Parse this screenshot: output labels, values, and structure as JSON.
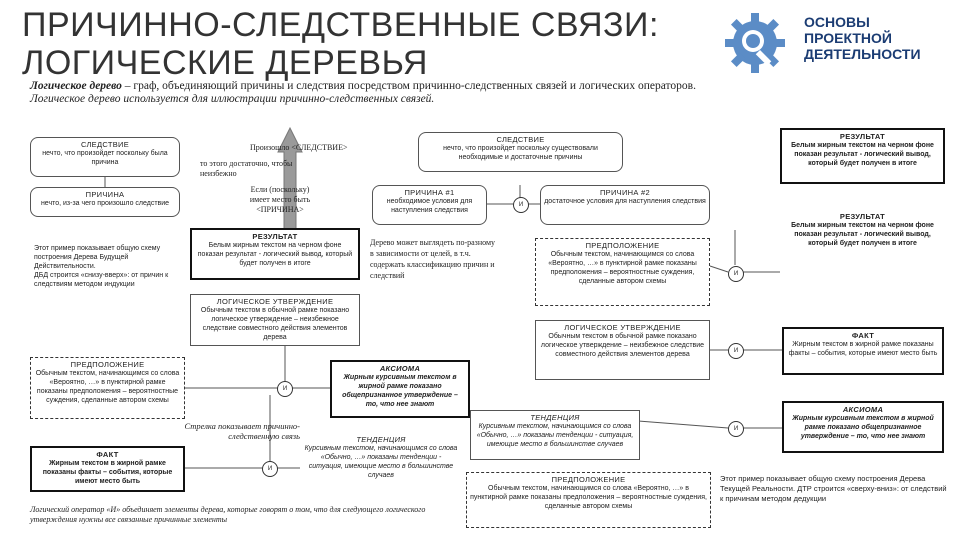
{
  "title": {
    "line1": "ПРИЧИННО-СЛЕДСТВЕННЫЕ СВЯЗИ:",
    "line2": "ЛОГИЧЕСКИЕ ДЕРЕВЬЯ"
  },
  "brand": {
    "line1": "ОСНОВЫ",
    "line2": "ПРОЕКТНОЙ",
    "line3": "ДЕЯТЕЛЬНОСТИ",
    "icon_color": "#5b8cc6"
  },
  "intro": {
    "term": "Логическое дерево",
    "definition": " – граф, объединяющий причины и следствия посредством причинно-следственных связей и логических операторов.",
    "line2": "Логическое дерево используется для иллюстрации причинно-следственных связей."
  },
  "legend_left": {
    "effect_title": "СЛЕДСТВИЕ",
    "effect_text": "нечто, что произойдет поскольку была причина",
    "cause_title": "ПРИЧИНА",
    "cause_text": "нечто, из-за чего произошло следствие",
    "example_text": "Этот пример показывает общую схему построения Дерева Будущей Действительности.",
    "example_text2": "ДБД строится «снизу-вверх»: от причин к следствиям методом индукции"
  },
  "center_reading": {
    "line1": "Произошло <СЛЕДСТВИЕ>",
    "line2": "то этого достаточно, чтобы",
    "line3": "неизбежно",
    "line4": "Если (поскольку)",
    "line5": "имеет место быть",
    "line6": "<ПРИЧИНА>"
  },
  "result_center": {
    "title": "РЕЗУЛЬТАТ",
    "text": "Белым жирным текстом на черном фоне показан результат - логический вывод, который будет получен в итоге"
  },
  "logic_statement": {
    "title": "ЛОГИЧЕСКОЕ УТВЕРЖДЕНИЕ",
    "text": "Обычным текстом в обычной рамке показано логическое утверждение – неизбежное следствие совместного действия элементов дерева"
  },
  "assumption_left": {
    "title": "ПРЕДПОЛОЖЕНИЕ",
    "text": "Обычным текстом, начинающимся со слова «Вероятно, …» в пунктирной рамке показаны предположения – вероятностные суждения, сделанные автором схемы"
  },
  "fact_left": {
    "title": "ФАКТ",
    "text": "Жирным текстом в жирной рамке показаны факты – события, которые имеют место быть"
  },
  "arrow_note": "Стрелка показывает причинно-следственную связь",
  "axiom_center": {
    "title": "АКСИОМА",
    "text": "Жирным курсивным текстом в жирной рамке показано общепризнанное утверждение – то, что нее знают"
  },
  "tendency_center": {
    "title": "ТЕНДЕНЦИЯ",
    "text": "Курсивным текстом, начинающимся со слова «Обычно, …» показаны тенденции - ситуация, имеющие место в большинстве случаев"
  },
  "logic_and_note": "Логический оператор «И» объединяет элементы дерева, которые говорят о том, что для следующего логического утверждения нужны все связанные причинные элементы",
  "effect_top": {
    "title": "СЛЕДСТВИЕ",
    "text": "нечто, что произойдет поскольку существовали необходимые и достаточные причины"
  },
  "cause1": {
    "title": "ПРИЧИНА #1",
    "text": "необходимое условия для наступления следствия"
  },
  "cause2": {
    "title": "ПРИЧИНА #2",
    "text": "достаточное условия для наступления следствия"
  },
  "tree_note": "Дерево может выглядеть по-разному в зависимости от целей, в т.ч. содержать классификацию причин и следствий",
  "assumption_right": {
    "title": "ПРЕДПОЛОЖЕНИЕ",
    "text": "Обычным текстом, начинающимся со слова «Вероятно, …» в пунктирной рамке показаны предположения – вероятностные суждения, сделанные автором схемы"
  },
  "logic_statement_right": {
    "title": "ЛОГИЧЕСКОЕ УТВЕРЖДЕНИЕ",
    "text": "Обычным текстом в обычной рамке показано логическое утверждение – неизбежное следствие совместного действия элементов дерева"
  },
  "tendency_right": {
    "title": "ТЕНДЕНЦИЯ",
    "text": "Курсивным текстом, начинающимся со слова «Обычно, …» показаны тенденции - ситуация, имеющие место в большинстве случаев"
  },
  "assumption_bottom": {
    "title": "ПРЕДПОЛОЖЕНИЕ",
    "text": "Обычным текстом, начинающимся со слова «Вероятно, …» в пунктирной рамке показаны предположения – вероятностные суждения, сделанные автором схемы"
  },
  "result_right1": {
    "title": "РЕЗУЛЬТАТ",
    "text": "Белым жирным текстом на черном фоне показан результат - логический вывод, который будет получен в итоге"
  },
  "result_right2": {
    "title": "РЕЗУЛЬТАТ",
    "text": "Белым жирным текстом на черном фоне показан результат - логический вывод, который будет получен в итоге"
  },
  "fact_right": {
    "title": "ФАКТ",
    "text": "Жирным текстом в жирной рамке показаны факты – события, которые имеют место быть"
  },
  "axiom_right": {
    "title": "АКСИОМА",
    "text": "Жирным курсивным текстом в жирной рамке показано общепризнанное утверждение – то, что нее знают"
  },
  "example_right": "Этот пример показывает общую схему построения Дерева Текущей Реальности. ДТР строится «сверху-вниз»: от следствий к причинам методом дедукции",
  "and_label": "И"
}
